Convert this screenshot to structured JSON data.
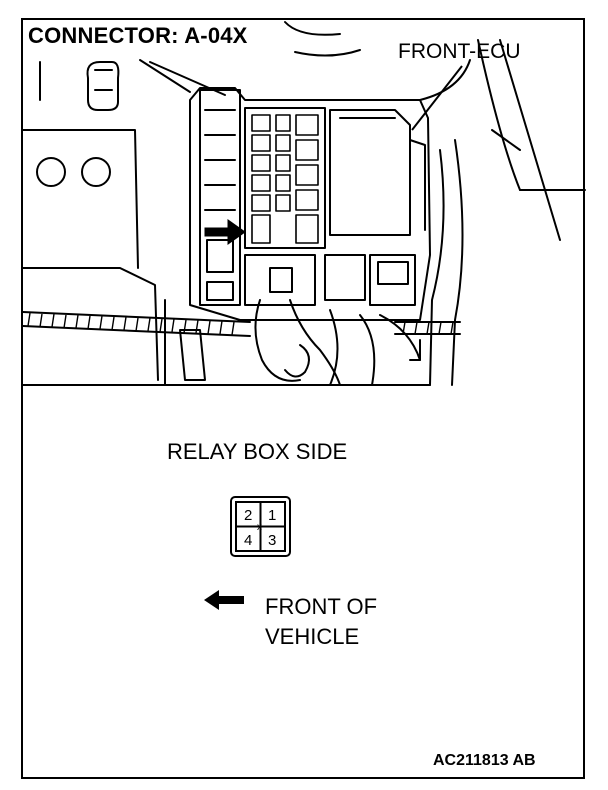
{
  "header": {
    "title": "CONNECTOR: A-04X",
    "callout_label": "FRONT-ECU"
  },
  "connector_view": {
    "side_label": "RELAY BOX SIDE",
    "pins": [
      "2",
      "1",
      "4",
      "3"
    ]
  },
  "direction": {
    "line1": "FRONT OF",
    "line2": "VEHICLE"
  },
  "footer": {
    "ref_code": "AC211813 AB"
  }
}
